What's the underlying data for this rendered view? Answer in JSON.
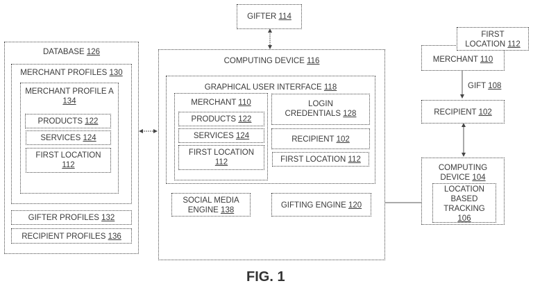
{
  "figure_label": "FIG. 1",
  "gifter": {
    "text": "GIFTER",
    "ref": "114"
  },
  "database": {
    "text": "DATABASE",
    "ref": "126",
    "merchant_profiles": {
      "text": "MERCHANT PROFILES",
      "ref": "130"
    },
    "merchant_profile_a": {
      "text": "MERCHANT PROFILE A",
      "ref": "134"
    },
    "products": {
      "text": "PRODUCTS",
      "ref": "122"
    },
    "services": {
      "text": "SERVICES",
      "ref": "124"
    },
    "first_location": {
      "text": "FIRST LOCATION",
      "ref": "112"
    },
    "gifter_profiles": {
      "text": "GIFTER PROFILES",
      "ref": "132"
    },
    "recipient_profiles": {
      "text": "RECIPIENT PROFILES",
      "ref": "136"
    }
  },
  "computing_device": {
    "text": "COMPUTING DEVICE",
    "ref": "116",
    "gui": {
      "text": "GRAPHICAL USER INTERFACE",
      "ref": "118"
    },
    "merchant": {
      "text": "MERCHANT",
      "ref": "110"
    },
    "products": {
      "text": "PRODUCTS",
      "ref": "122"
    },
    "services": {
      "text": "SERVICES",
      "ref": "124"
    },
    "first_location": {
      "text": "FIRST LOCATION",
      "ref": "112"
    },
    "login_credentials": {
      "line1": "LOGIN",
      "line2": "CREDENTIALS",
      "ref": "128"
    },
    "recipient": {
      "text": "RECIPIENT",
      "ref": "102"
    },
    "first_location_2": {
      "text": "FIRST LOCATION",
      "ref": "112"
    },
    "social_media_engine": {
      "line1": "SOCIAL MEDIA",
      "line2": "ENGINE",
      "ref": "138"
    },
    "gifting_engine": {
      "text": "GIFTING ENGINE",
      "ref": "120"
    }
  },
  "right": {
    "first_location": {
      "line1": "FIRST",
      "line2": "LOCATION",
      "ref": "112"
    },
    "merchant": {
      "text": "MERCHANT",
      "ref": "110"
    },
    "gift": {
      "text": "GIFT",
      "ref": "108"
    },
    "recipient": {
      "text": "RECIPIENT",
      "ref": "102"
    },
    "computing_device": {
      "line1": "COMPUTING",
      "line2": "DEVICE",
      "ref": "104"
    },
    "location_tracking": {
      "line1": "LOCATION",
      "line2": "BASED",
      "line3": "TRACKING",
      "ref": "106"
    }
  }
}
